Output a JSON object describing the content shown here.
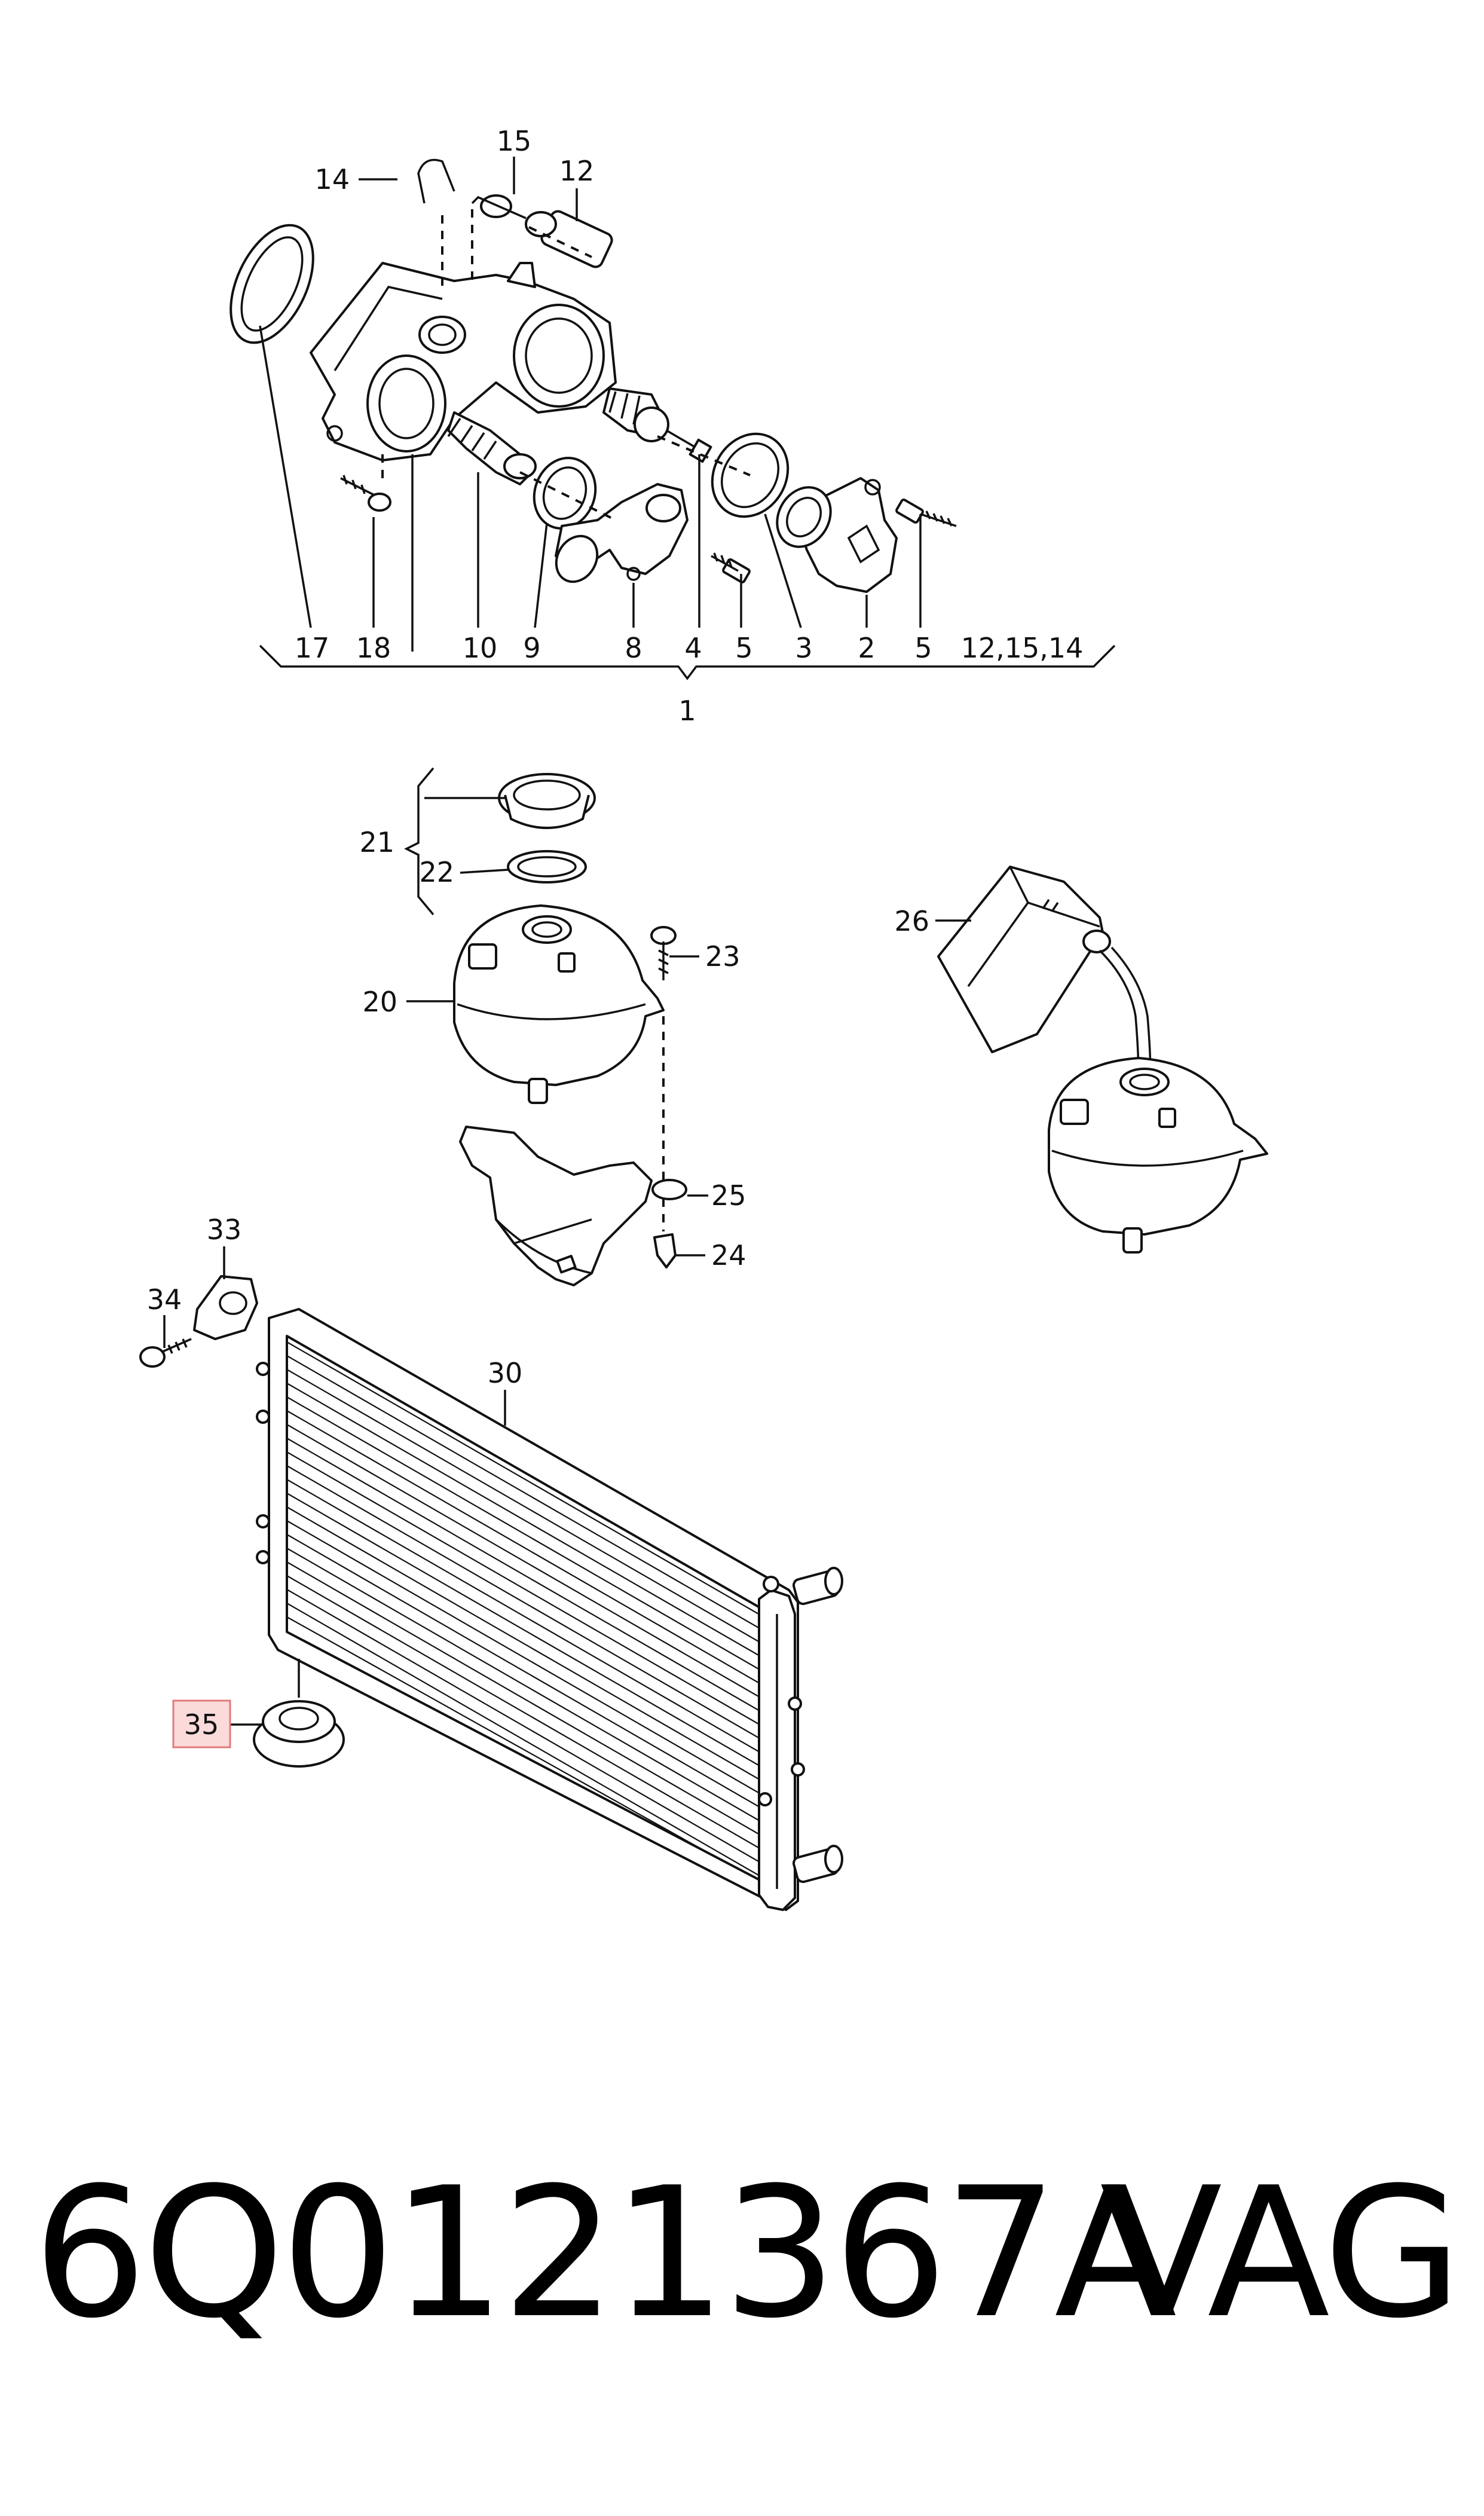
{
  "callouts": {
    "c1": "1",
    "c2": "2",
    "c3": "3",
    "c4": "4",
    "c5a": "5",
    "c5b": "5",
    "c8": "8",
    "c9": "9",
    "c10": "10",
    "c12": "12",
    "c14": "14",
    "c15": "15",
    "c17": "17",
    "c18": "18",
    "c12_15_14": "12,15,14",
    "c20": "20",
    "c21": "21",
    "c22": "22",
    "c23": "23",
    "c24": "24",
    "c25": "25",
    "c26": "26",
    "c30": "30",
    "c33": "33",
    "c34": "34",
    "c35": "35"
  },
  "highlight": {
    "fill": "#fbdada",
    "stroke": "#e07a7a"
  },
  "footer": {
    "part_number": "6Q0121367A",
    "brand": "VAG"
  }
}
